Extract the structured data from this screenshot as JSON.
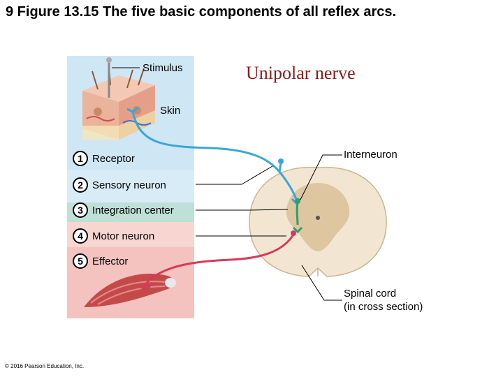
{
  "title": "9 Figure 13.15 The five basic components of all reflex arcs.",
  "subtitle": "Unipolar nerve",
  "labels": {
    "stimulus": "Stimulus",
    "skin": "Skin",
    "interneuron": "Interneuron",
    "spinal_cord_line1": "Spinal cord",
    "spinal_cord_line2": "(in cross section)"
  },
  "steps": [
    {
      "number": "1",
      "label": "Receptor"
    },
    {
      "number": "2",
      "label": "Sensory neuron"
    },
    {
      "number": "3",
      "label": "Integration center"
    },
    {
      "number": "4",
      "label": "Motor neuron"
    },
    {
      "number": "5",
      "label": "Effector"
    }
  ],
  "copyright": "© 2016 Pearson Education, Inc.",
  "colors": {
    "panel_blue": "#cfe6f5",
    "panel_green": "#bfe0d6",
    "panel_pink": "#f4c3bf",
    "sensory_neuron": "#3aa7d6",
    "interneuron": "#2e9e6e",
    "motor_neuron": "#d63a5a",
    "spinal_cord": "#f2e6d2",
    "gray_matter": "#d9bf98",
    "subtitle": "#8b1a1a"
  }
}
